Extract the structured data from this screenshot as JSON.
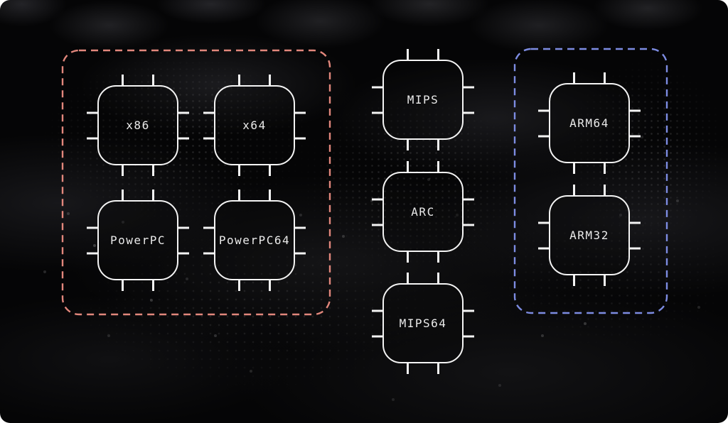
{
  "groups": [
    {
      "chips": [
        {
          "label": "x86"
        },
        {
          "label": "x64"
        },
        {
          "label": "PowerPC"
        },
        {
          "label": "PowerPC64"
        }
      ]
    },
    {
      "chips": [
        {
          "label": "MIPS"
        },
        {
          "label": "ARC"
        },
        {
          "label": "MIPS64"
        }
      ]
    },
    {
      "chips": [
        {
          "label": "ARM64"
        },
        {
          "label": "ARM32"
        }
      ]
    }
  ],
  "colors": {
    "background": "#050506",
    "chip_border": "#f4f4f4",
    "chip_label": "#eaeaea",
    "group_x86_outline": "#e2877c",
    "group_arm_outline": "#7d8ce2"
  }
}
